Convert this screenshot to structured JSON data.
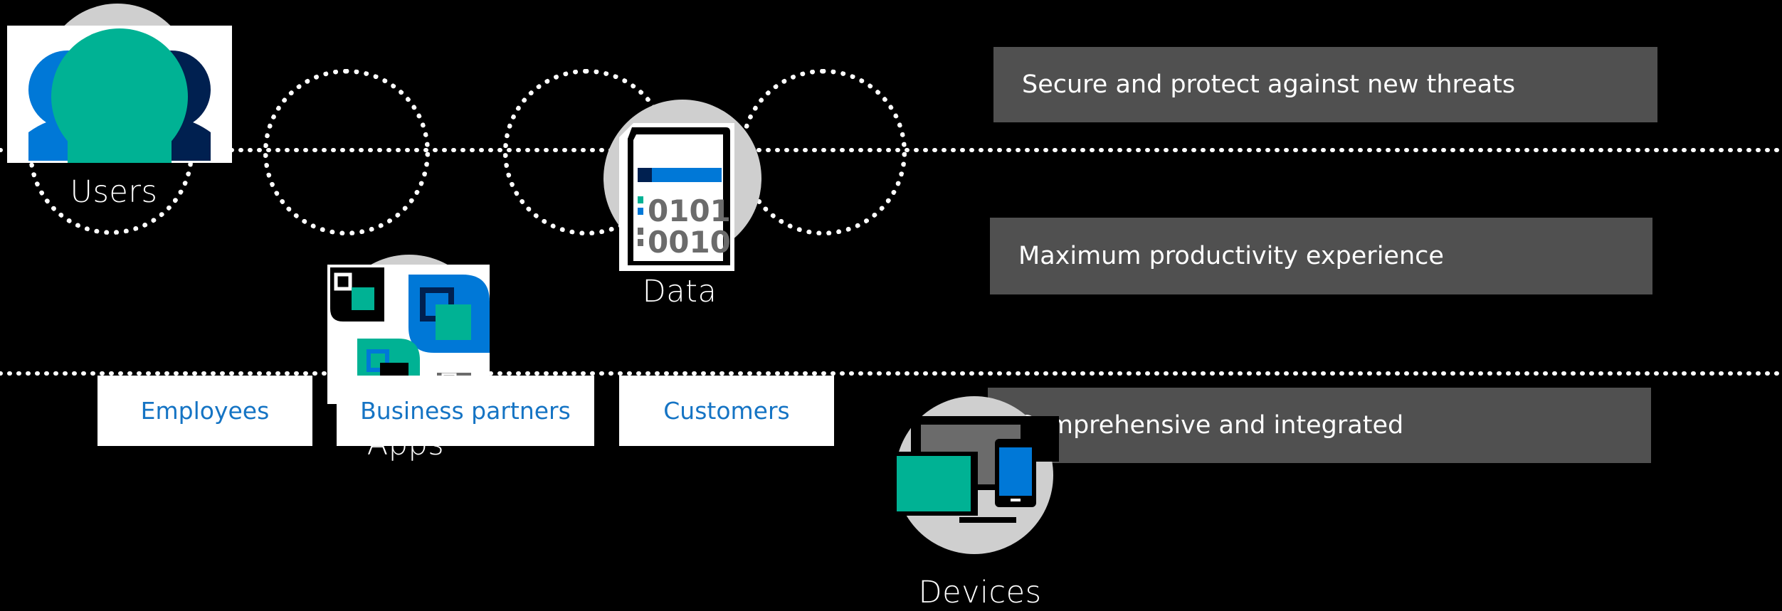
{
  "nodes": {
    "users": "Users",
    "data": "Data",
    "apps": "Apps",
    "devices": "Devices"
  },
  "user_types": [
    "Employees",
    "Business partners",
    "Customers"
  ],
  "value_props": [
    "Secure and protect against new threats",
    "Maximum productivity experience",
    "Comprehensive and integrated"
  ],
  "colors": {
    "background": "#000000",
    "teal": "#00b294",
    "blue": "#0078d7",
    "navy": "#002050",
    "box_grey": "#505050",
    "chip_text": "#1574c4"
  },
  "icons": [
    "users-icon",
    "apps-icon",
    "data-file-icon",
    "devices-icon"
  ]
}
